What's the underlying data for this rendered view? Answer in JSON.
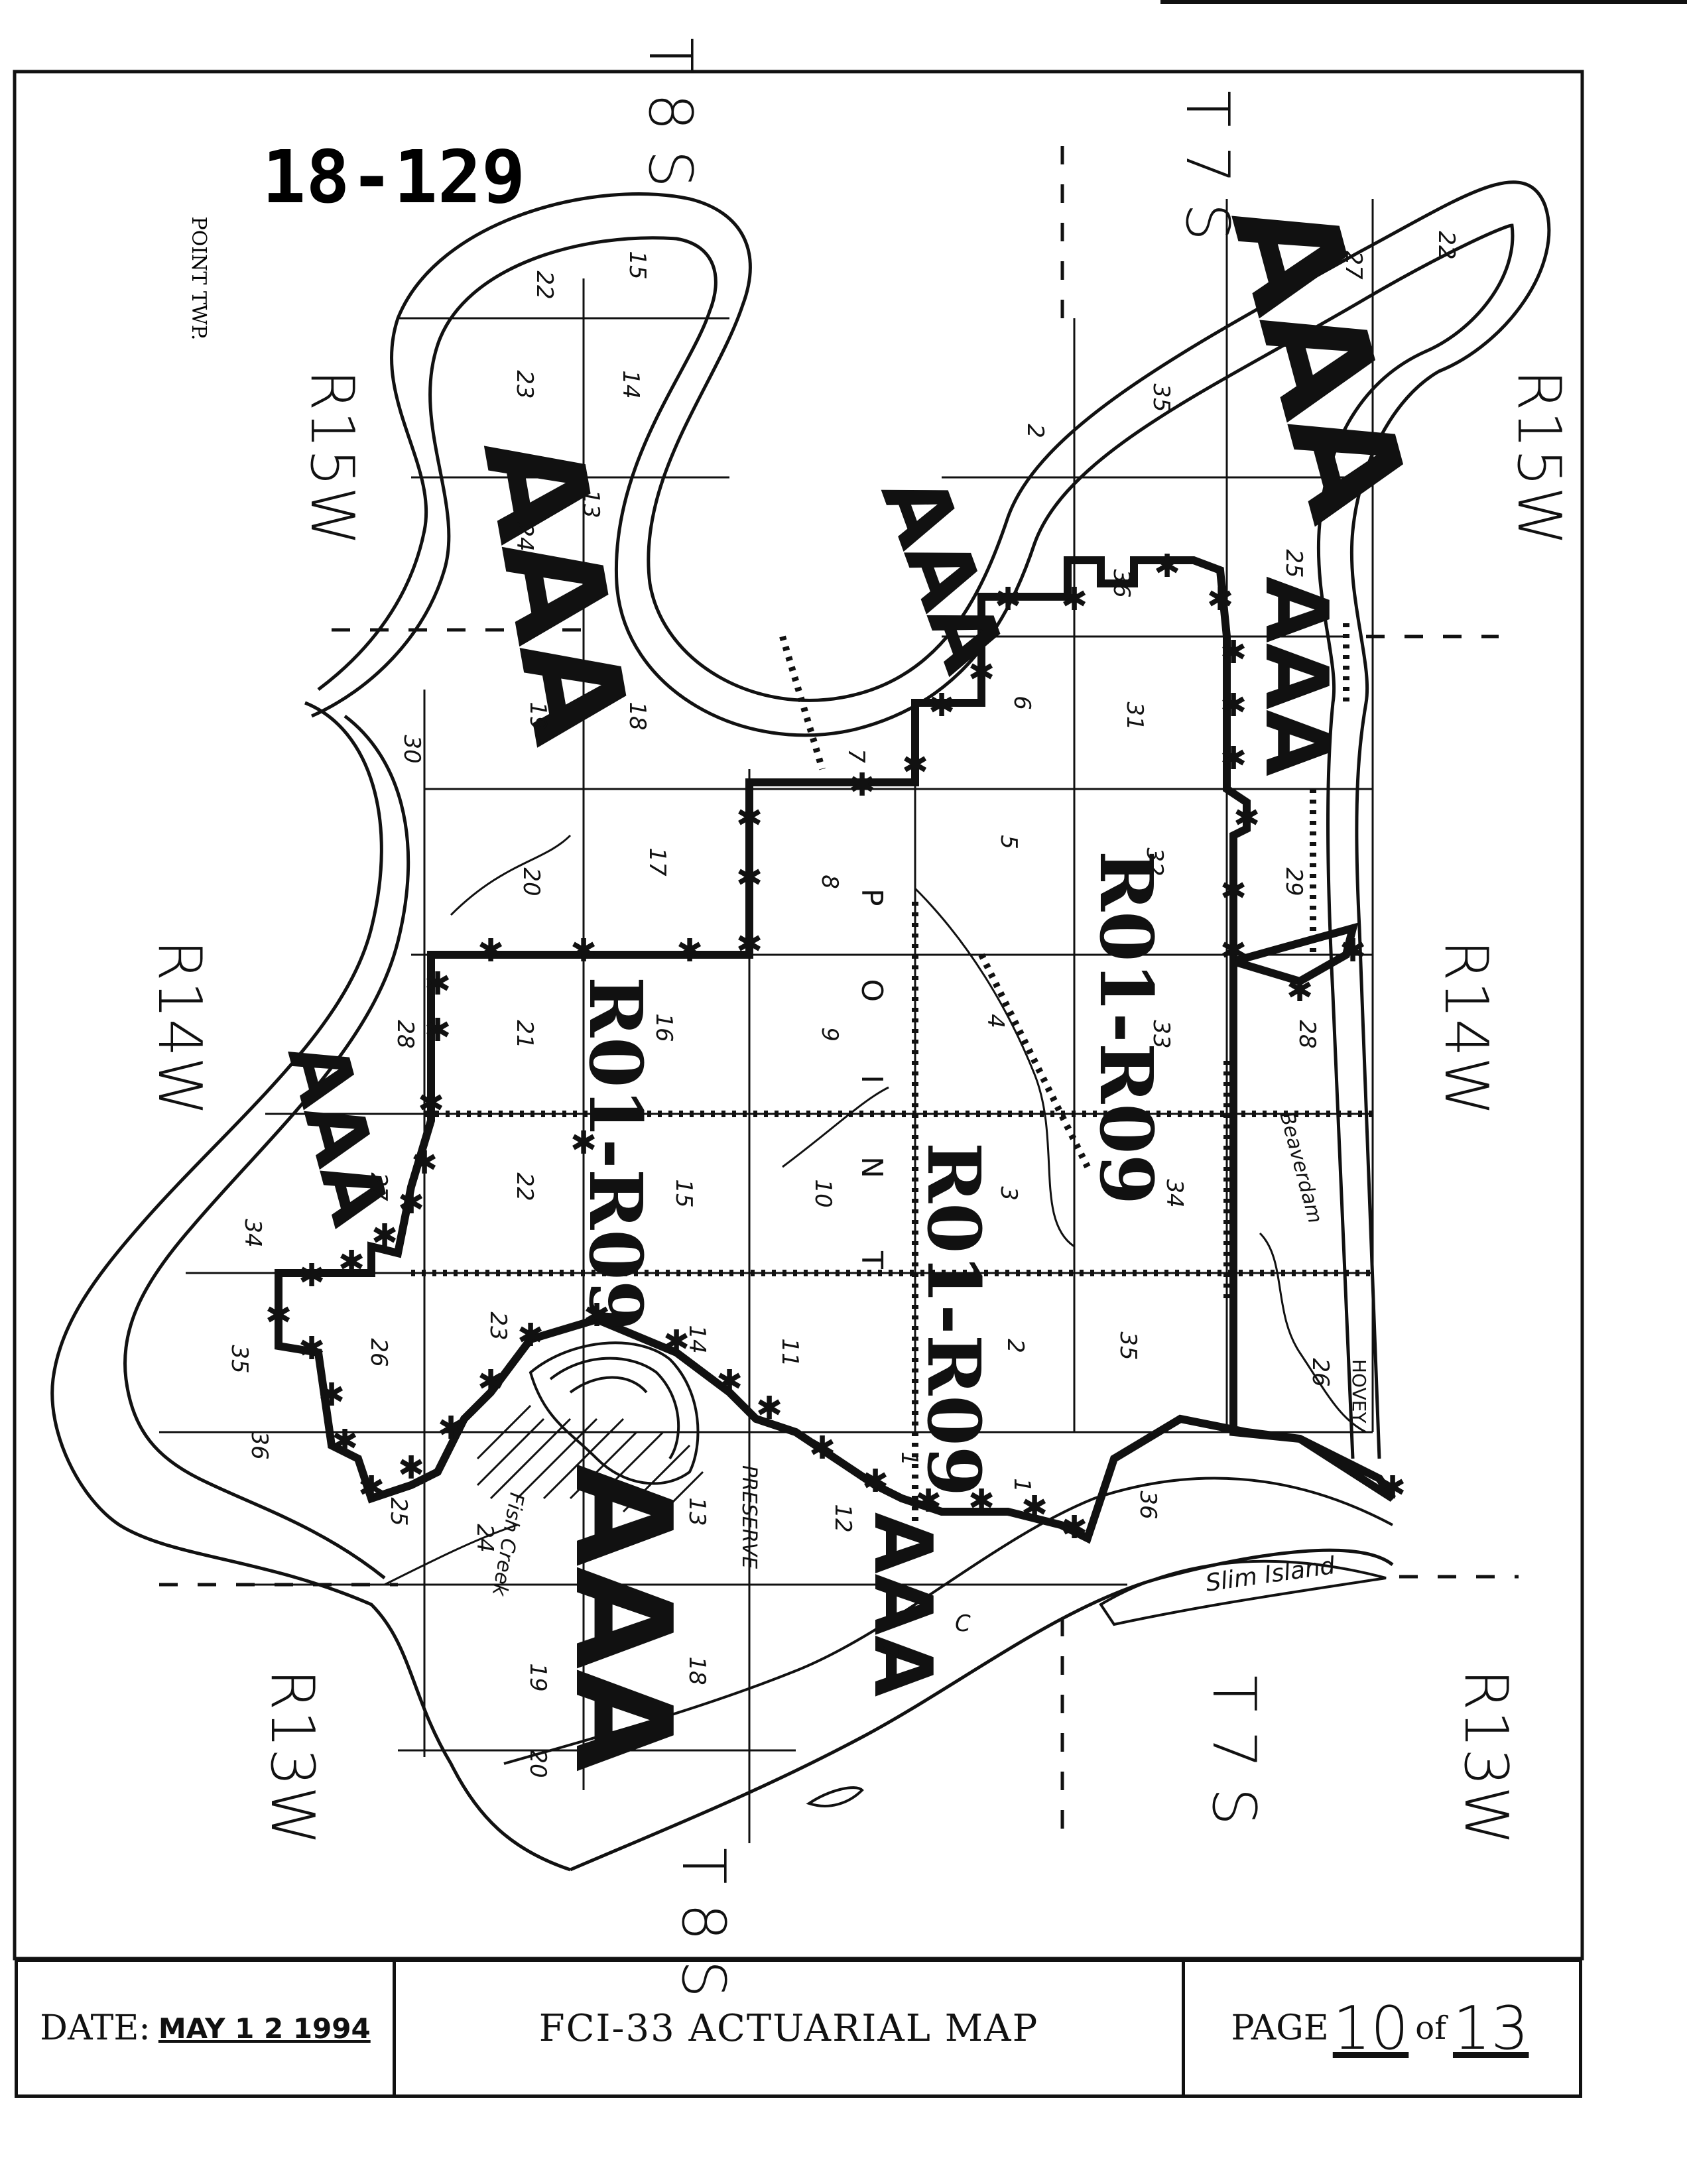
{
  "map": {
    "stamp": "18-129",
    "point_twp": "POINT TWP.",
    "township_labels": {
      "top_left": "T 8 S",
      "top_right": "T 7 S",
      "bottom_left": "T 8 S",
      "bottom_right": "T 7 S"
    },
    "range_labels": {
      "r15w_left": "R15W",
      "r15w_right": "R15W",
      "r14w_left": "R14W",
      "r14w_right": "R14W",
      "r13w_left": "R13W",
      "r13w_right": "R13W"
    },
    "zone_labels": {
      "aaa": "AAA",
      "r01r09": "R01-R09"
    },
    "area_labels": {
      "point": "POINT",
      "fish_creek": "Fish Creek",
      "preserve": "PRESERVE",
      "slim_island": "Slim Island",
      "beaverdam": "Beaverdam",
      "hovey": "HOVEY",
      "creek_c": "C"
    },
    "section_numbers": [
      "22",
      "15",
      "23",
      "14",
      "24",
      "13",
      "19",
      "18",
      "17",
      "20",
      "21",
      "16",
      "28",
      "22",
      "27",
      "34",
      "35",
      "26",
      "36",
      "25",
      "24",
      "23",
      "19",
      "18",
      "20",
      "30",
      "15",
      "14",
      "13",
      "12",
      "11",
      "10",
      "9",
      "8",
      "7",
      "6",
      "5",
      "4",
      "3",
      "2",
      "1",
      "22",
      "27",
      "35",
      "2",
      "36",
      "1",
      "31",
      "32",
      "33",
      "34",
      "35",
      "36",
      "25",
      "29",
      "28",
      "26",
      "7"
    ]
  },
  "footer": {
    "date_label": "DATE:",
    "date_value": "MAY 1 2 1994",
    "title": "FCI-33 ACTUARIAL MAP",
    "page_label": "PAGE",
    "page_number": "10",
    "page_of": "of",
    "page_total": "13"
  }
}
